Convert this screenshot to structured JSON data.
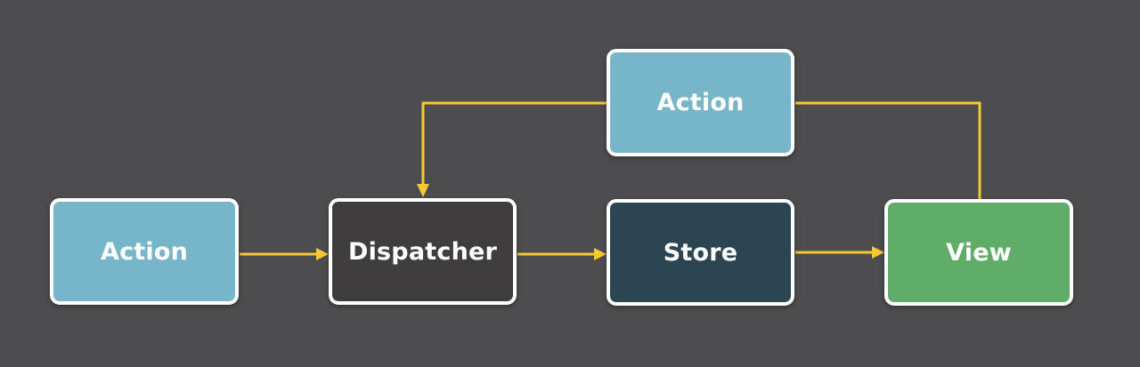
{
  "colors": {
    "background": "#4d4d4f",
    "arrow": "#f5c834",
    "node_border": "#ffffff",
    "action": "#77b5c8",
    "dispatcher": "#3f3d3e",
    "store": "#2c4552",
    "view": "#60ad69",
    "text": "#ffffff"
  },
  "nodes": {
    "action_main": {
      "label": "Action"
    },
    "dispatcher": {
      "label": "Dispatcher"
    },
    "store": {
      "label": "Store"
    },
    "view": {
      "label": "View"
    },
    "action_feedback": {
      "label": "Action"
    }
  },
  "edges": [
    {
      "from": "action_main",
      "to": "dispatcher"
    },
    {
      "from": "dispatcher",
      "to": "store"
    },
    {
      "from": "store",
      "to": "view"
    },
    {
      "from": "view",
      "to": "action_feedback"
    },
    {
      "from": "action_feedback",
      "to": "dispatcher"
    }
  ]
}
